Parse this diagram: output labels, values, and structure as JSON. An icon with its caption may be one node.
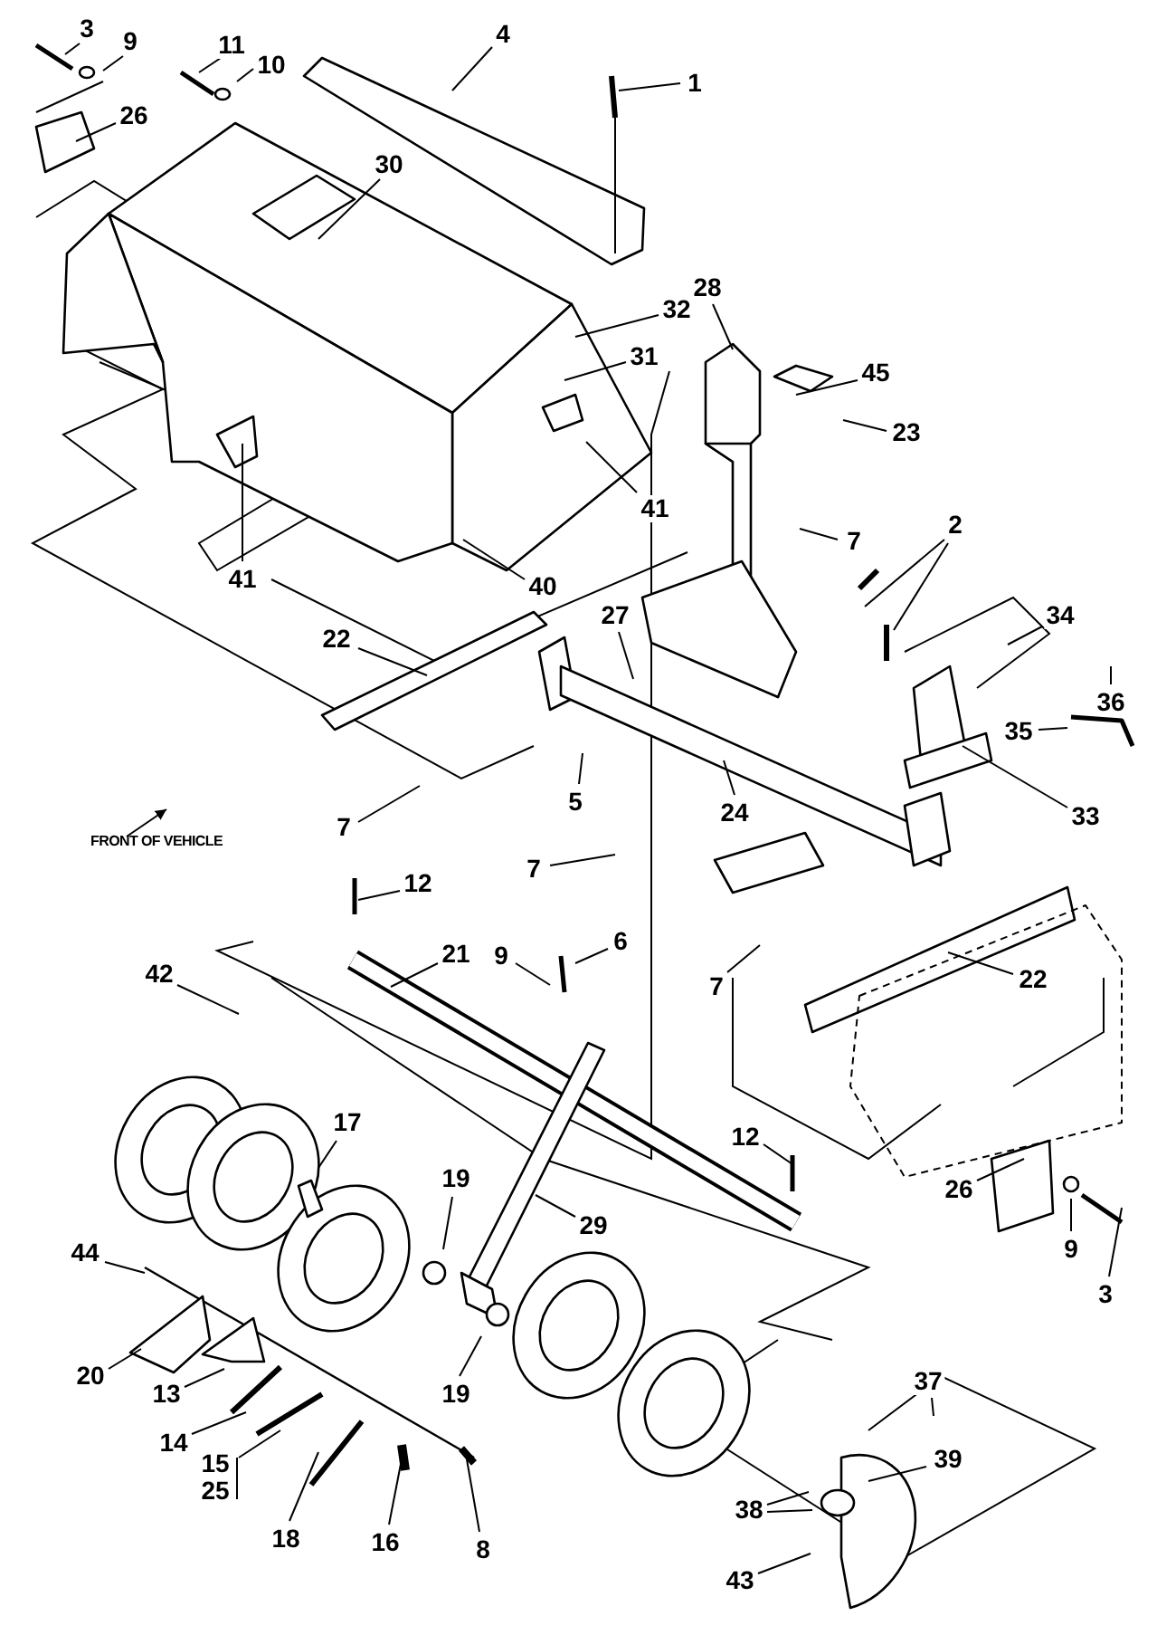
{
  "diagram": {
    "nodes": [
      {
        "text": [
          "3"
        ]
      },
      {
        "text": [
          "9"
        ]
      },
      {
        "text": [
          "11"
        ]
      },
      {
        "text": [
          "4"
        ]
      },
      {
        "text": [
          "10"
        ]
      },
      {
        "text": [
          "1"
        ]
      },
      {
        "text": [
          "26"
        ]
      },
      {
        "text": [
          "30"
        ]
      },
      {
        "text": [
          "28"
        ]
      },
      {
        "text": [
          "32"
        ]
      },
      {
        "text": [
          "31"
        ]
      },
      {
        "text": [
          "45"
        ]
      },
      {
        "text": [
          "23"
        ]
      },
      {
        "text": [
          "41"
        ]
      },
      {
        "text": [
          "7"
        ]
      },
      {
        "text": [
          "2"
        ]
      },
      {
        "text": [
          "41"
        ]
      },
      {
        "text": [
          "40"
        ]
      },
      {
        "text": [
          "27"
        ]
      },
      {
        "text": [
          "34"
        ]
      },
      {
        "text": [
          "22"
        ]
      },
      {
        "text": [
          "36"
        ]
      },
      {
        "text": [
          "35"
        ]
      },
      {
        "text": [
          "5"
        ]
      },
      {
        "text": [
          "33"
        ]
      },
      {
        "text": [
          "24"
        ]
      },
      {
        "text": [
          "7"
        ]
      },
      {
        "text": [
          "7"
        ]
      },
      {
        "text": [
          "12"
        ]
      },
      {
        "text": [
          "6"
        ]
      },
      {
        "text": [
          "9"
        ]
      },
      {
        "text": [
          "21"
        ]
      },
      {
        "text": [
          "7"
        ]
      },
      {
        "text": [
          "22"
        ]
      },
      {
        "text": [
          "42"
        ]
      },
      {
        "text": [
          "17"
        ]
      },
      {
        "text": [
          "12"
        ]
      },
      {
        "text": [
          "26"
        ]
      },
      {
        "text": [
          "19"
        ]
      },
      {
        "text": [
          "29"
        ]
      },
      {
        "text": [
          "9"
        ]
      },
      {
        "text": [
          "44"
        ]
      },
      {
        "text": [
          "3"
        ]
      },
      {
        "text": [
          "20"
        ]
      },
      {
        "text": [
          "13"
        ]
      },
      {
        "text": [
          "37"
        ]
      },
      {
        "text": [
          "19"
        ]
      },
      {
        "text": [
          "14"
        ]
      },
      {
        "text": [
          "39"
        ]
      },
      {
        "text": [
          "15",
          "25"
        ]
      },
      {
        "text": [
          "38"
        ]
      },
      {
        "text": [
          "18"
        ]
      },
      {
        "text": [
          "16"
        ]
      },
      {
        "text": [
          "8"
        ]
      },
      {
        "text": [
          "43"
        ]
      }
    ],
    "edges": [
      {
        "from": 0,
        "to": null,
        "arrow": "none"
      },
      {
        "from": 1,
        "to": null,
        "arrow": "none"
      },
      {
        "from": 2,
        "to": null,
        "arrow": "none"
      },
      {
        "from": 3,
        "to": null,
        "arrow": "none"
      },
      {
        "from": 4,
        "to": null,
        "arrow": "none"
      },
      {
        "from": 5,
        "to": null,
        "arrow": "none"
      },
      {
        "from": 6,
        "to": null,
        "arrow": "none"
      },
      {
        "from": 7,
        "to": null,
        "arrow": "none"
      },
      {
        "from": 8,
        "to": null,
        "arrow": "none"
      },
      {
        "from": 9,
        "to": null,
        "arrow": "none"
      },
      {
        "from": 10,
        "to": null,
        "arrow": "none"
      },
      {
        "from": 11,
        "to": null,
        "arrow": "none"
      },
      {
        "from": 12,
        "to": null,
        "arrow": "none"
      },
      {
        "from": 13,
        "to": null,
        "arrow": "none"
      },
      {
        "from": 14,
        "to": null,
        "arrow": "none"
      },
      {
        "from": 15,
        "to": null,
        "arrow": "none"
      },
      {
        "from": 15,
        "to": null,
        "arrow": "none"
      },
      {
        "from": 16,
        "to": null,
        "arrow": "none"
      },
      {
        "from": 17,
        "to": null,
        "arrow": "none"
      },
      {
        "from": 18,
        "to": null,
        "arrow": "none"
      },
      {
        "from": 19,
        "to": null,
        "arrow": "none"
      },
      {
        "from": 20,
        "to": null,
        "arrow": "none"
      },
      {
        "from": 21,
        "to": null,
        "arrow": "none"
      },
      {
        "from": 22,
        "to": null,
        "arrow": "none"
      },
      {
        "from": 23,
        "to": null,
        "arrow": "none"
      },
      {
        "from": 24,
        "to": null,
        "arrow": "none"
      },
      {
        "from": 25,
        "to": null,
        "arrow": "none"
      },
      {
        "from": 26,
        "to": null,
        "arrow": "none"
      },
      {
        "from": 27,
        "to": null,
        "arrow": "none"
      },
      {
        "from": 28,
        "to": null,
        "arrow": "none"
      },
      {
        "from": 29,
        "to": null,
        "arrow": "none"
      },
      {
        "from": 30,
        "to": null,
        "arrow": "none"
      },
      {
        "from": 31,
        "to": null,
        "arrow": "none"
      },
      {
        "from": 32,
        "to": null,
        "arrow": "none"
      },
      {
        "from": 33,
        "to": null,
        "arrow": "none"
      },
      {
        "from": 34,
        "to": null,
        "arrow": "none"
      },
      {
        "from": 35,
        "to": null,
        "arrow": "none"
      },
      {
        "from": 36,
        "to": null,
        "arrow": "none"
      },
      {
        "from": 37,
        "to": null,
        "arrow": "none"
      },
      {
        "from": 38,
        "to": null,
        "arrow": "none"
      },
      {
        "from": 39,
        "to": null,
        "arrow": "none"
      },
      {
        "from": 40,
        "to": null,
        "arrow": "none"
      },
      {
        "from": 41,
        "to": null,
        "arrow": "none"
      },
      {
        "from": 42,
        "to": null,
        "arrow": "none"
      },
      {
        "from": 43,
        "to": null,
        "arrow": "none"
      },
      {
        "from": 44,
        "to": null,
        "arrow": "none"
      },
      {
        "from": 45,
        "to": null,
        "arrow": "none"
      },
      {
        "from": 46,
        "to": null,
        "arrow": "none"
      },
      {
        "from": 47,
        "to": null,
        "arrow": "none"
      },
      {
        "from": 48,
        "to": null,
        "arrow": "none"
      },
      {
        "from": 49,
        "to": null,
        "arrow": "none"
      },
      {
        "from": 50,
        "to": null,
        "arrow": "none"
      },
      {
        "from": 50,
        "to": null,
        "arrow": "none"
      },
      {
        "from": 51,
        "to": null,
        "arrow": "none"
      },
      {
        "from": 52,
        "to": null,
        "arrow": "none"
      },
      {
        "from": 53,
        "to": null,
        "arrow": "none"
      },
      {
        "from": 54,
        "to": null,
        "arrow": "none"
      }
    ],
    "labels": [
      "FRONT OF VEHICLE"
    ]
  }
}
